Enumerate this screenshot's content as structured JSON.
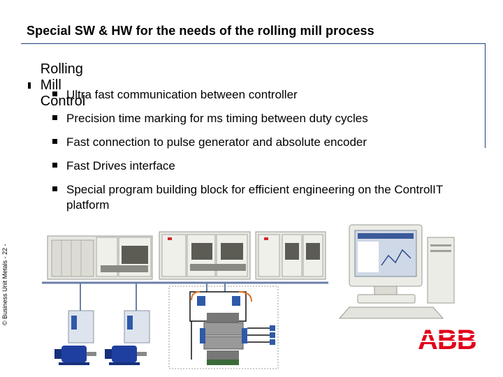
{
  "slide": {
    "title": "Special SW & HW for the needs of the rolling mill process",
    "footer_vertical": "© Business Unit Metals - 22 -"
  },
  "content": {
    "heading": "Rolling Mill Control",
    "items": [
      "Ultra fast communication between controller",
      "Precision time marking for ms timing between duty cycles",
      "Fast connection to pulse generator and absolute encoder",
      "Fast Drives interface",
      "Special program building block for efficient engineering on the ControlIT platform"
    ]
  },
  "colors": {
    "rule": "#1f3e7c",
    "abb_red": "#e2001a",
    "network": "#6b7fa8"
  },
  "logo": {
    "text": "ABB"
  }
}
